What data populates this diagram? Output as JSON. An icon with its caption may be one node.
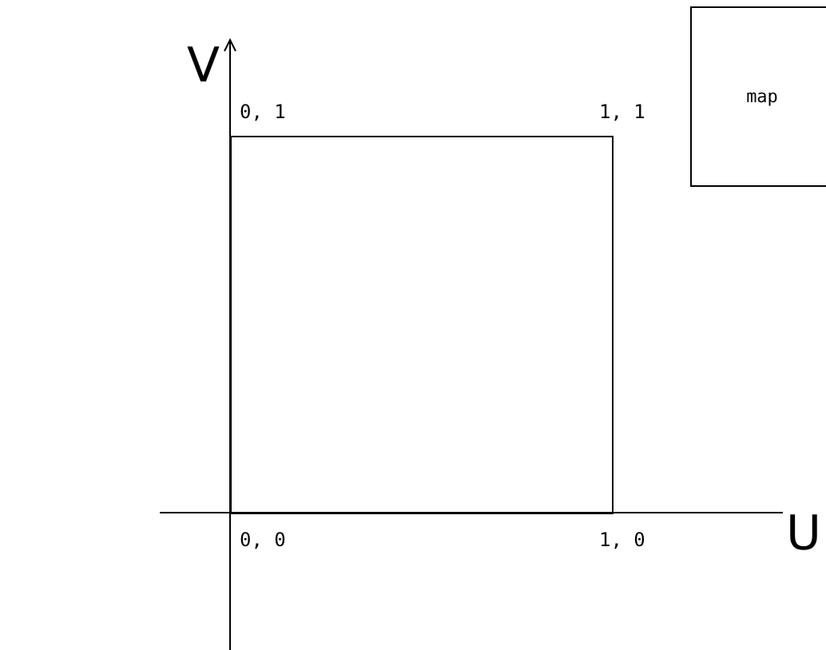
{
  "diagram": {
    "nodes": [
      {
        "text": [
          "map"
        ]
      },
      {
        "text": [],
        "shape": "box"
      }
    ],
    "labels": [
      "V",
      "0, 1",
      "1, 1",
      "U",
      "0, 0",
      "1, 0"
    ]
  }
}
